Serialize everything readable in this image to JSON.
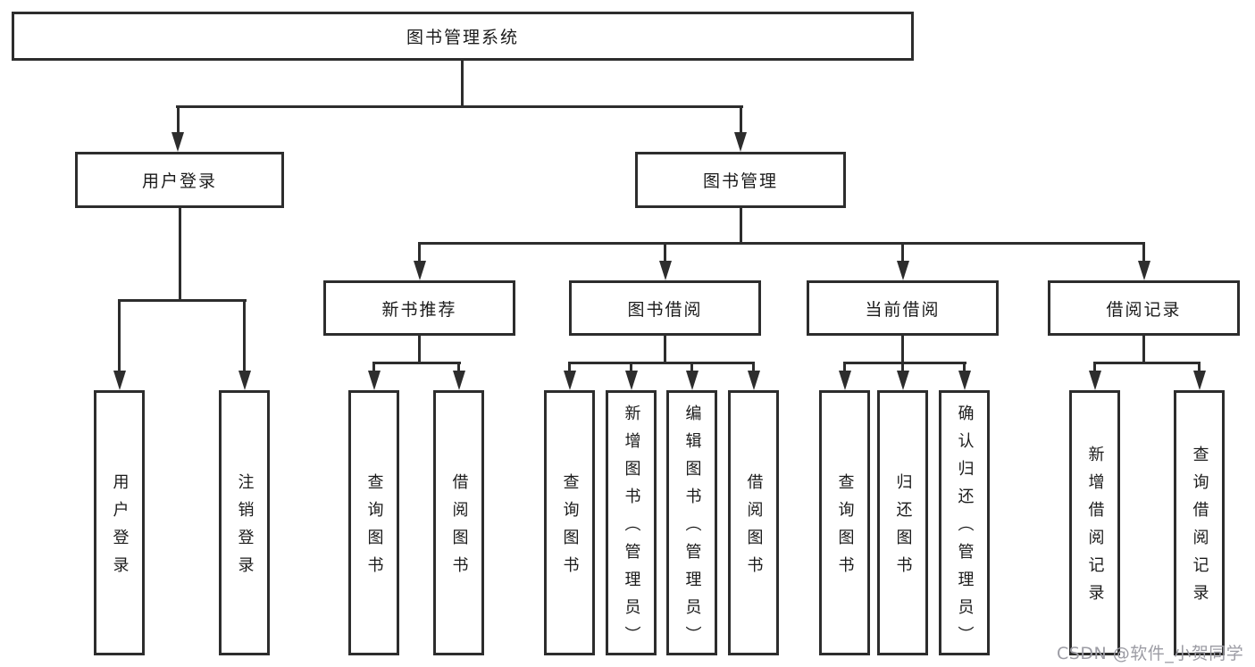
{
  "nodes": {
    "root": "图书管理系统",
    "level2": [
      "用户登录",
      "图书管理"
    ],
    "level3": [
      "新书推荐",
      "图书借阅",
      "当前借阅",
      "借阅记录"
    ],
    "leaves": [
      "用户登录",
      "注销登录",
      "查询图书",
      "借阅图书",
      "查询图书",
      "新增图书（管理员）",
      "编辑图书（管理员）",
      "借阅图书",
      "查询图书",
      "归还图书",
      "确认归还（管理员）",
      "新增借阅记录",
      "查询借阅记录"
    ]
  },
  "watermark": "CSDN @软件_小贺同学",
  "colors": {
    "line": "#2d2d2d",
    "text": "#1b1b1b",
    "box_bg": "#ffffff",
    "watermark": "#9c9ca4"
  }
}
